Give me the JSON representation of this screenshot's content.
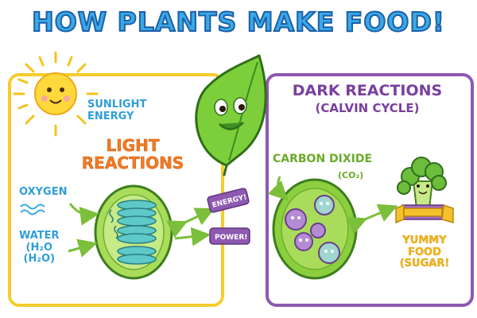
{
  "title": "HOW PLANTS MAKE FOOD!",
  "left_panel": {
    "sun_label_line1": "SUNLIGHT",
    "sun_label_line2": "ENERGY",
    "title_line1": "LIGHT",
    "title_line2": "REACTIONS",
    "oxygen_label": "OXYGEN",
    "water_label_line1": "WATER",
    "water_label_line2": "(H₂O",
    "water_label_line3": "(H₂O)",
    "energy_badge": "ENERGY!",
    "power_badge": "POWER!"
  },
  "right_panel": {
    "title_line1": "DARK REACTIONS",
    "title_line2": "(CALVIN CYCLE)",
    "carbon_label": "CARBON DIXIDE",
    "carbon_formula": "(CO₂)",
    "food_line1": "YUMMY",
    "food_line2": "FOOD",
    "food_line3": "(SUGAR!"
  },
  "colors": {
    "title": "#3aa9e6",
    "light_frame": "#f4cd2d",
    "dark_frame": "#8e59b0",
    "chloroplast": "#8ccf3e",
    "arrow": "#7bbf3a"
  },
  "icons": [
    "sun-icon",
    "leaf-mascot-icon",
    "chloroplast-icon",
    "gear-icon",
    "broccoli-icon",
    "water-waves-icon"
  ]
}
